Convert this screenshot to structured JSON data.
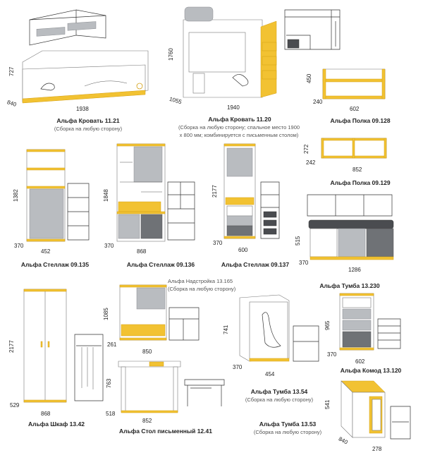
{
  "colors": {
    "yellow": "#f2c232",
    "grey": "#b9bcc0",
    "dark_grey": "#6f7276",
    "white": "#ffffff"
  },
  "items": {
    "bed_1121": {
      "name": "Альфа Кровать 11.21",
      "note": "(Сборка на любую сторону)",
      "dims": {
        "h": "727",
        "d": "840",
        "w": "1938"
      }
    },
    "bed_1120": {
      "name": "Альфа Кровать 11.20",
      "note_line1": "(Сборка на любую сторону; спальное место 1900",
      "note_line2": "х 800 мм; комбинируется с письменным столом)",
      "dims": {
        "h": "1760",
        "d": "1055",
        "w": "1940"
      }
    },
    "shelf_09128": {
      "name": "Альфа Полка 09.128",
      "dims": {
        "h": "450",
        "d": "240",
        "w": "602"
      }
    },
    "shelf_09129": {
      "name": "Альфа Полка 09.129",
      "dims": {
        "h": "272",
        "d": "242",
        "w": "852"
      }
    },
    "rack_09135": {
      "name": "Альфа Стеллаж 09.135",
      "dims": {
        "h": "1382",
        "d": "370",
        "w": "452"
      }
    },
    "rack_09136": {
      "name": "Альфа Стеллаж 09.136",
      "dims": {
        "h": "1848",
        "d": "370",
        "w": "868"
      }
    },
    "rack_09137": {
      "name": "Альфа Стеллаж 09.137",
      "dims": {
        "h": "2177",
        "d": "370",
        "w": "600"
      }
    },
    "stand_13230": {
      "name": "Альфа Тумба 13.230",
      "dims": {
        "h": "515",
        "d": "370",
        "w": "1286"
      }
    },
    "wardrobe_1342": {
      "name": "Альфа Шкаф 13.42",
      "dims": {
        "h": "2177",
        "d": "529",
        "w": "868"
      }
    },
    "addon_13165": {
      "name": "Альфа Надстройка 13.165",
      "note": "(Сборка на любую сторону)",
      "dims": {
        "h": "1085",
        "d": "261",
        "w": "850"
      }
    },
    "desk_1241": {
      "name": "Альфа Стол письменный 12.41",
      "dims": {
        "h": "763",
        "d": "518",
        "w": "852"
      }
    },
    "stand_1354": {
      "name": "Альфа Тумба 13.54",
      "note": "(Сборка на любую сторону)",
      "dims": {
        "h": "741",
        "d": "370",
        "w": "454"
      }
    },
    "dresser_13120": {
      "name": "Альфа Комод 13.120",
      "dims": {
        "h": "965",
        "d": "370",
        "w": "602"
      }
    },
    "stand_1353": {
      "name": "Альфа Тумба 13.53",
      "note": "(Сборка на любую сторону)",
      "dims": {
        "h": "541",
        "d": "840",
        "w": "278"
      }
    }
  }
}
